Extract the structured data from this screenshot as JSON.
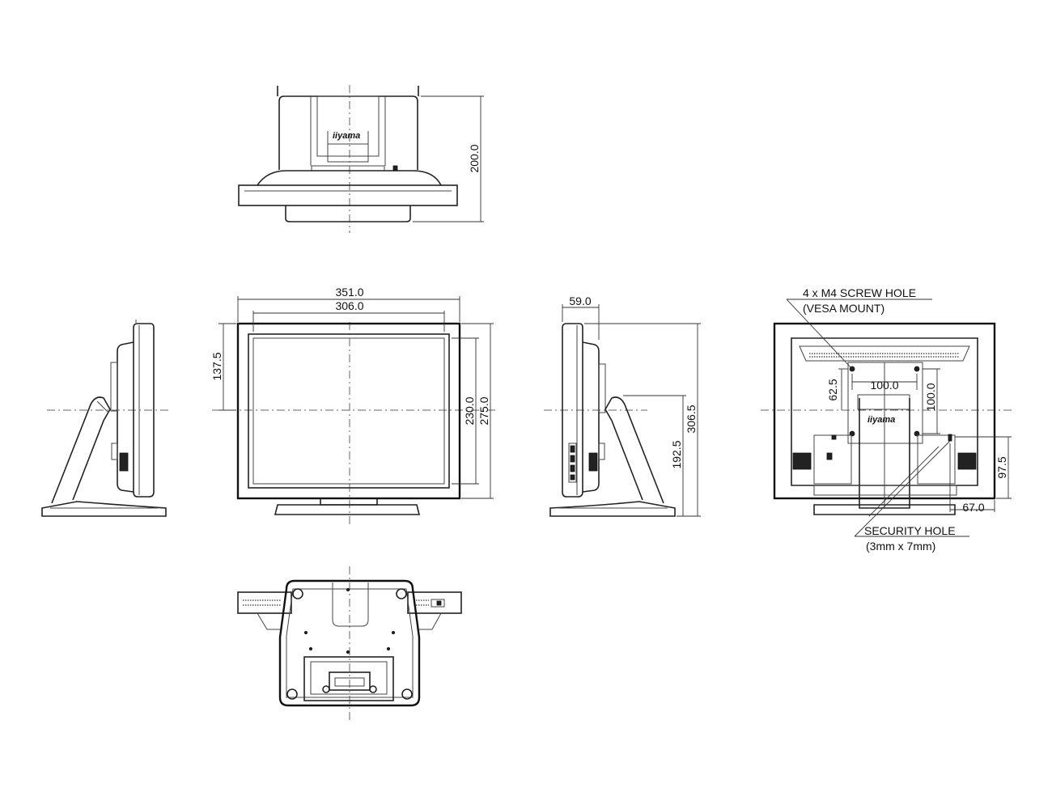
{
  "dimensions": {
    "top_depth": "200.0",
    "front_width_outer": "351.0",
    "front_width_inner": "306.0",
    "front_center_height": "137.5",
    "front_screen_height": "230.0",
    "front_outer_height": "275.0",
    "side_depth": "59.0",
    "side_total_height": "306.5",
    "side_center_height": "192.5",
    "rear_vesa_horizontal": "100.0",
    "rear_vesa_vertical": "100.0",
    "rear_vesa_offset": "62.5",
    "rear_security_height": "97.5",
    "rear_security_offset": "67.0"
  },
  "annotations": {
    "screw_hole_line1": "4 x M4 SCREW HOLE",
    "screw_hole_line2": "(VESA MOUNT)",
    "security_hole_line1": "SECURITY HOLE",
    "security_hole_line2": "(3mm x 7mm)"
  },
  "brand": {
    "logo_text": "iiyama"
  }
}
